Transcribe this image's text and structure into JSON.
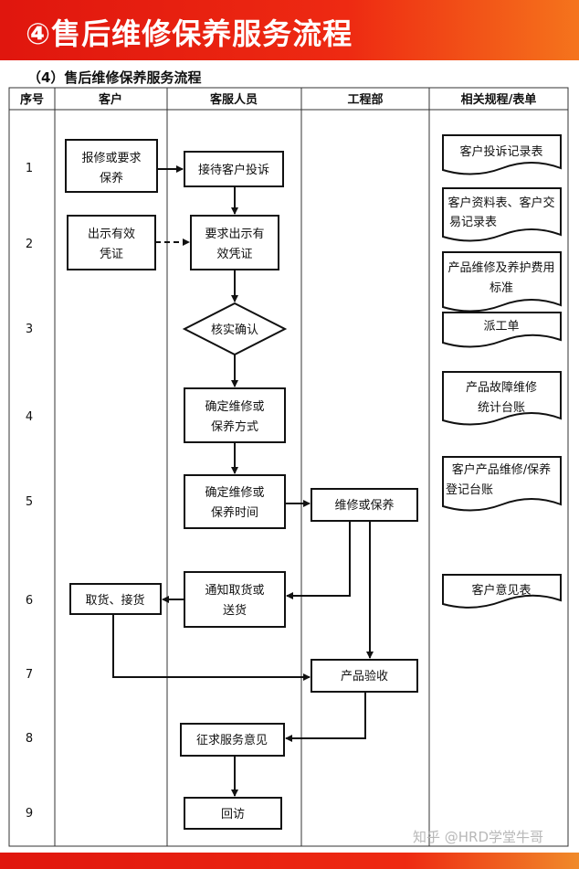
{
  "banner": {
    "title": "④售后维修保养服务流程"
  },
  "subtitle": "（4）售后维修保养服务流程",
  "columns": [
    "序号",
    "客户",
    "客服人员",
    "工程部",
    "相关规程/表单"
  ],
  "rows": [
    "1",
    "2",
    "3",
    "4",
    "5",
    "6",
    "7",
    "8",
    "9"
  ],
  "nodes": {
    "baoxiu": [
      "报修或要求",
      "保养"
    ],
    "jiedai": [
      "接待客户投诉"
    ],
    "chushi": [
      "出示有效",
      "凭证"
    ],
    "yaoqiu": [
      "要求出示有",
      "效凭证"
    ],
    "heshi": [
      "核实确认"
    ],
    "queding_fangshi": [
      "确定维修或",
      "保养方式"
    ],
    "queding_shijian": [
      "确定维修或",
      "保养时间"
    ],
    "weixiu": [
      "维修或保养"
    ],
    "tongzhi": [
      "通知取货或",
      "送货"
    ],
    "quhuo": [
      "取货、接货"
    ],
    "yanshou": [
      "产品验收"
    ],
    "zhengqiu": [
      "征求服务意见"
    ],
    "huifang": [
      "回访"
    ]
  },
  "forms": {
    "f1": [
      "客户投诉记录表"
    ],
    "f2": [
      "客户资料表、客户交",
      "易记录表"
    ],
    "f3": [
      "产品维修及养护费用",
      "标准"
    ],
    "f4": [
      "派工单"
    ],
    "f5": [
      "产品故障维修",
      "统计台账"
    ],
    "f6": [
      "客户产品维修/保养",
      "登记台账"
    ],
    "f7": [
      "客户意见表"
    ]
  },
  "watermark": "知乎 @HRD学堂牛哥",
  "colors": {
    "banner": "#e8200f",
    "line": "#111111"
  }
}
